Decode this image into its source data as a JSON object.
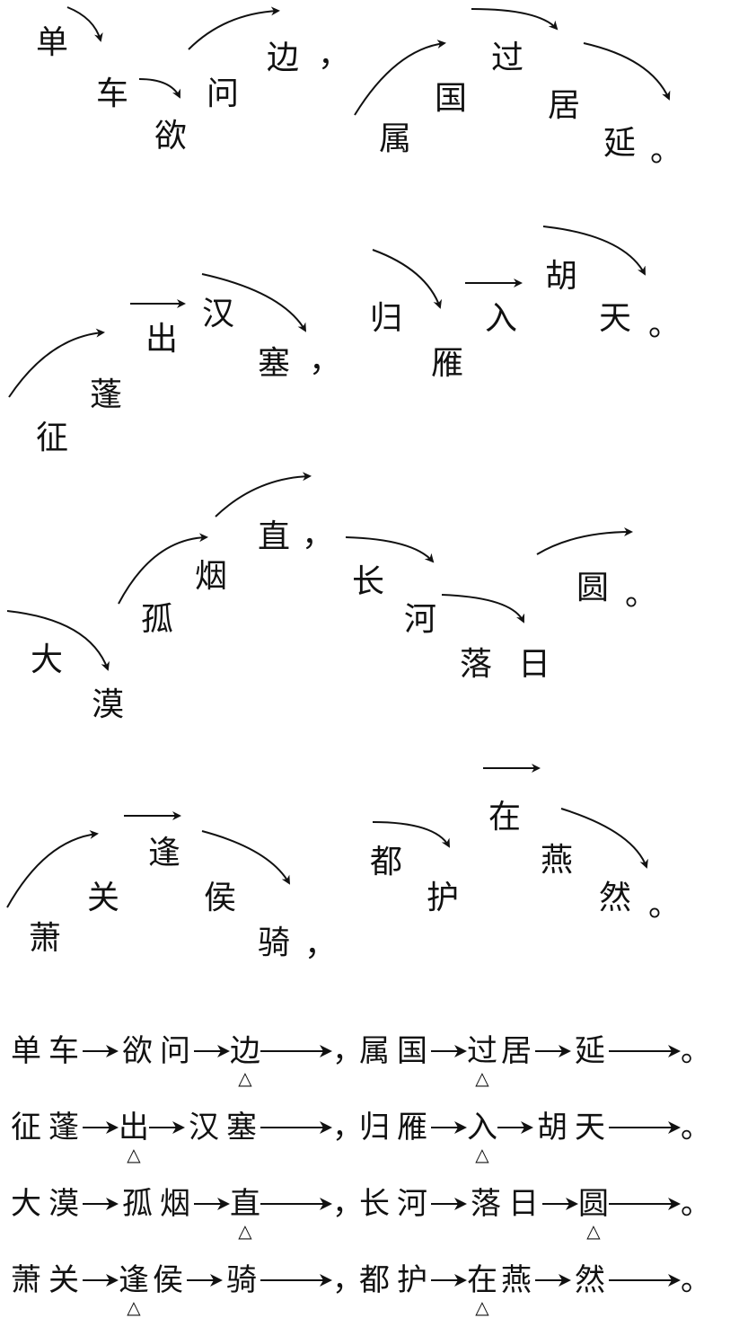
{
  "diagram": {
    "lines": [
      {
        "chars": [
          "单",
          "车",
          "欲",
          "问",
          "边",
          "，",
          "属",
          "国",
          "过",
          "居",
          "延",
          "。"
        ]
      },
      {
        "chars": [
          "征",
          "蓬",
          "出",
          "汉",
          "塞",
          "，",
          "归",
          "雁",
          "入",
          "胡",
          "天",
          "。"
        ]
      },
      {
        "chars": [
          "大",
          "漠",
          "孤",
          "烟",
          "直",
          "，",
          "长",
          "河",
          "落",
          "日",
          "圆",
          "。"
        ]
      },
      {
        "chars": [
          "萧",
          "关",
          "逢",
          "侯",
          "骑",
          "，",
          "都",
          "护",
          "在",
          "燕",
          "然",
          "。"
        ]
      }
    ]
  },
  "summary": {
    "mark_symbol": "△",
    "rows": [
      {
        "clauses": [
          {
            "segments": [
              [
                {
                  "c": "单"
                },
                {
                  "c": "车"
                }
              ],
              [
                {
                  "c": "欲"
                },
                {
                  "c": "问"
                }
              ],
              [
                {
                  "c": "边",
                  "m": true
                }
              ]
            ],
            "punct": "，"
          },
          {
            "segments": [
              [
                {
                  "c": "属"
                },
                {
                  "c": "国"
                }
              ],
              [
                {
                  "c": "过",
                  "m": true
                },
                {
                  "c": "居"
                }
              ],
              [
                {
                  "c": "延"
                }
              ]
            ],
            "punct": "。"
          }
        ]
      },
      {
        "clauses": [
          {
            "segments": [
              [
                {
                  "c": "征"
                },
                {
                  "c": "蓬"
                }
              ],
              [
                {
                  "c": "出",
                  "m": true
                }
              ],
              [
                {
                  "c": "汉"
                },
                {
                  "c": "塞"
                }
              ]
            ],
            "punct": "，"
          },
          {
            "segments": [
              [
                {
                  "c": "归"
                },
                {
                  "c": "雁"
                }
              ],
              [
                {
                  "c": "入",
                  "m": true
                }
              ],
              [
                {
                  "c": "胡"
                },
                {
                  "c": "天"
                }
              ]
            ],
            "punct": "。"
          }
        ]
      },
      {
        "clauses": [
          {
            "segments": [
              [
                {
                  "c": "大"
                },
                {
                  "c": "漠"
                }
              ],
              [
                {
                  "c": "孤"
                },
                {
                  "c": "烟"
                }
              ],
              [
                {
                  "c": "直",
                  "m": true
                }
              ]
            ],
            "punct": "，"
          },
          {
            "segments": [
              [
                {
                  "c": "长"
                },
                {
                  "c": "河"
                }
              ],
              [
                {
                  "c": "落"
                },
                {
                  "c": "日"
                }
              ],
              [
                {
                  "c": "圆",
                  "m": true
                }
              ]
            ],
            "punct": "。"
          }
        ]
      },
      {
        "clauses": [
          {
            "segments": [
              [
                {
                  "c": "萧"
                },
                {
                  "c": "关"
                }
              ],
              [
                {
                  "c": "逢",
                  "m": true
                },
                {
                  "c": "侯"
                }
              ],
              [
                {
                  "c": "骑"
                }
              ]
            ],
            "punct": "，"
          },
          {
            "segments": [
              [
                {
                  "c": "都"
                },
                {
                  "c": "护"
                }
              ],
              [
                {
                  "c": "在",
                  "m": true
                },
                {
                  "c": "燕"
                }
              ],
              [
                {
                  "c": "然"
                }
              ]
            ],
            "punct": "。"
          }
        ]
      }
    ]
  }
}
